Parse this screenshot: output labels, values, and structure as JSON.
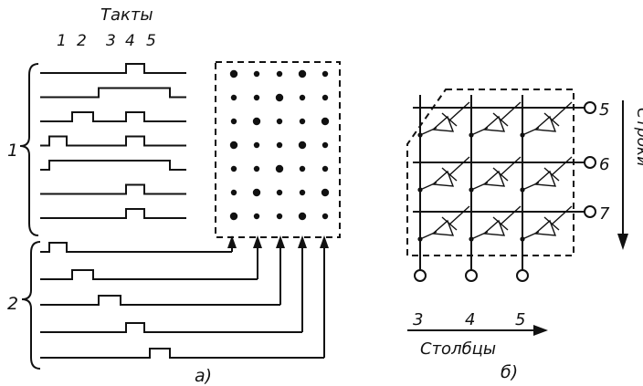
{
  "left": {
    "header": "Такты",
    "clock_numbers": [
      "1",
      "2",
      "3",
      "4",
      "5"
    ],
    "group_row": "1",
    "group_column": "2",
    "caption": "а)",
    "row_pulses": [
      [
        4
      ],
      [
        3,
        4,
        5
      ],
      [
        2,
        4
      ],
      [
        1,
        4
      ],
      [
        1,
        2,
        3,
        4,
        5
      ],
      [
        4
      ],
      [
        4
      ]
    ],
    "column_pulses": [
      [
        1
      ],
      [
        2
      ],
      [
        3
      ],
      [
        4
      ],
      [
        5
      ]
    ],
    "matrix": {
      "rows": 7,
      "cols": 5
    }
  },
  "right": {
    "row_numbers": [
      "5",
      "6",
      "7"
    ],
    "column_numbers": [
      "3",
      "4",
      "5"
    ],
    "rows_label": "Строки",
    "columns_label": "Столбцы",
    "caption": "б)"
  }
}
